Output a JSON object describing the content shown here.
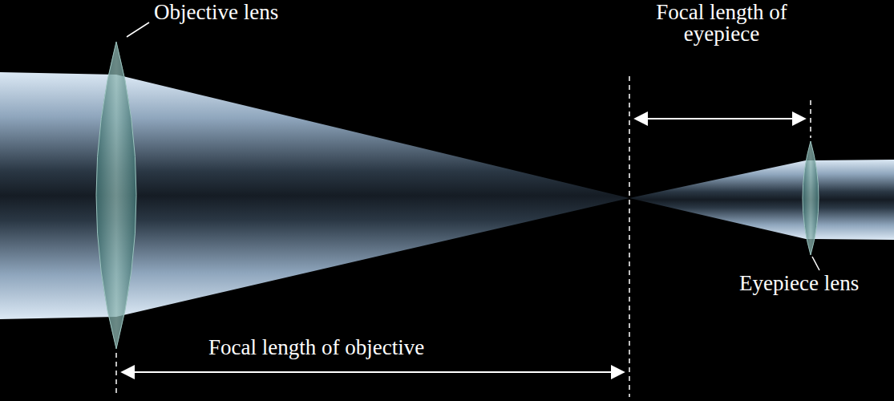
{
  "diagram": {
    "labels": [
      "Objective lens",
      "Focal length of eyepiece",
      "Eyepiece lens",
      "Focal length of objective"
    ]
  }
}
